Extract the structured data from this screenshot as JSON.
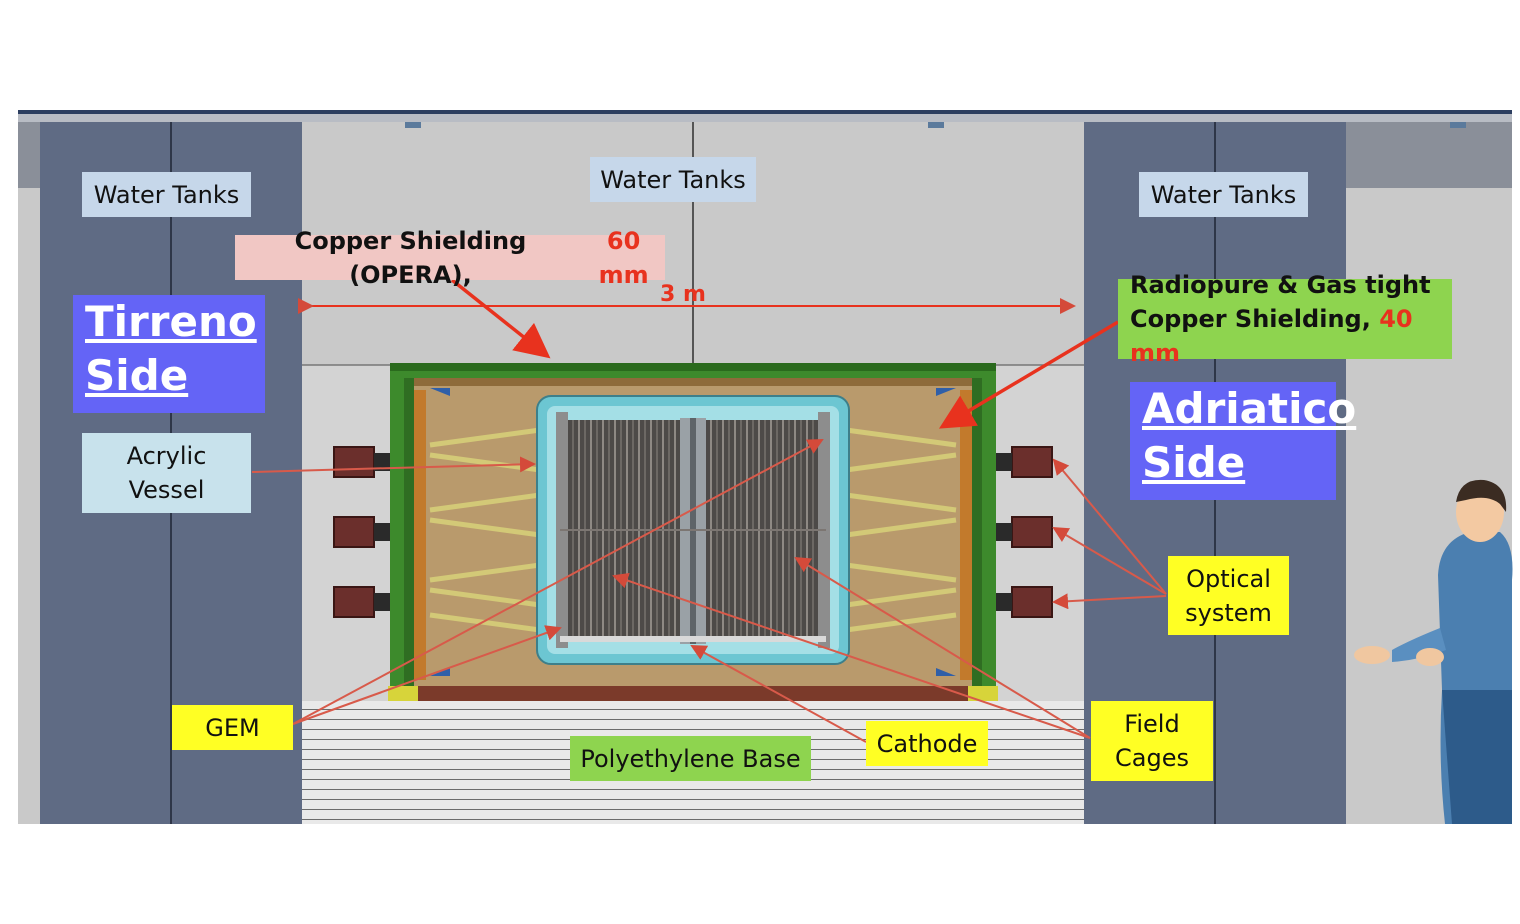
{
  "labels": {
    "water_tanks_left": "Water Tanks",
    "water_tanks_center": "Water Tanks",
    "water_tanks_right": "Water Tanks",
    "copper_opera": "Copper Shielding (OPERA),",
    "copper_opera_thickness": "60 mm",
    "width_dimension": "3 m",
    "radiopure_line1": "Radiopure & Gas tight",
    "radiopure_line2": "Copper Shielding,",
    "radiopure_thickness": "40 mm",
    "tirreno_line1": "Tirreno",
    "tirreno_line2": "Side",
    "adriatico_line1": "Adriatico",
    "adriatico_line2": "Side",
    "acrylic_line1": "Acrylic",
    "acrylic_line2": "Vessel",
    "optical_line1": "Optical",
    "optical_line2": "system",
    "gem": "GEM",
    "polyethylene": "Polyethylene Base",
    "cathode": "Cathode",
    "field_line1": "Field",
    "field_line2": "Cages"
  },
  "colors": {
    "arrow": "#e8321e",
    "side_box": "#6464f6",
    "water_tank_label": "#c6d7ea",
    "callout_yellow": "#ffff24",
    "callout_green": "#8ed44f",
    "callout_pink": "#f1c7c4",
    "acrylic_label": "#c8e2ec",
    "outer_shield": "#3d8a2c",
    "inner_copper": "#b99a6c",
    "acrylic": "#80d4dc",
    "wall_slate": "#5f6b84",
    "room_grey": "#c9c9c9"
  }
}
